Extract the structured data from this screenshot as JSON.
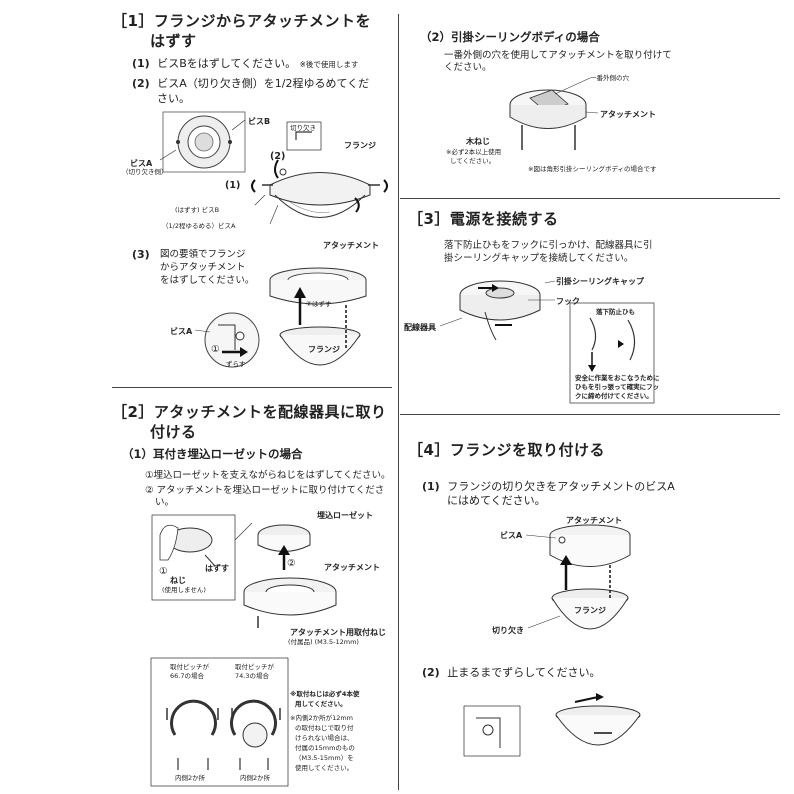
{
  "s1": {
    "heading_l1": "［1］フランジからアタッチメントを",
    "heading_l2": "はずす",
    "step1_num": "(1)",
    "step1_text": "ビスBをはずしてください。",
    "step1_note": "※後で使用します",
    "step2_num": "(2)",
    "step2_text_l1": "ビスA（切り欠き側）を1/2程ゆるめてくだ",
    "step2_text_l2": "さい。",
    "label_bisB": "ビスB",
    "label_bisA": "ビスA",
    "label_bisA_sub": "（切り欠き側）",
    "label_kirikaki": "切り欠き",
    "label_flange": "フランジ",
    "mark1": "(1)",
    "mark2": "(2)",
    "label_hazusu_bisB": "(はずす) ビスB",
    "label_yurumeru_bisA": "（1/2程ゆるめる）ビスA",
    "step3_num": "(3)",
    "step3_l1": "図の要領でフランジ",
    "step3_l2": "からアタッチメント",
    "step3_l3": "をはずしてください。",
    "label_attachment": "アタッチメント",
    "label_hazusu": "②はずす",
    "label_bisA2": "ビスA",
    "label_zurasu": "ずらす",
    "label_flange2": "フランジ",
    "circ1": "①"
  },
  "s2": {
    "heading_l1": "［2］アタッチメントを配線器具に取り",
    "heading_l2": "付ける",
    "sub1": "（1）耳付き埋込ローゼットの場合",
    "note1": "①埋込ローゼットを支えながらねじをはずしてください。",
    "note2_l1": "② アタッチメントを埋込ローゼットに取り付けてくださ",
    "note2_l2": "い。",
    "label_rosette": "埋込ローゼット",
    "label_hazusu": "はずす",
    "label_neji": "ねじ",
    "label_neji_sub": "(使用しません)",
    "label_attachment": "アタッチメント",
    "label_toritsuke": "アタッチメント用取付ねじ",
    "label_toritsuke_sub": "(付属品) (M3.5-12mm)",
    "pitch1_l1": "取付ピッチが",
    "pitch1_l2": "66.7の場合",
    "pitch2_l1": "取付ピッチが",
    "pitch2_l2": "74.3の場合",
    "inner1": "内側2か所",
    "inner2": "内側2か所",
    "side_note_l1": "※取付ねじは必ず4本使",
    "side_note_l2": "用してください。",
    "side_note_l3": "※内側2か所が12mm",
    "side_note_l4": "の取付ねじで取り付",
    "side_note_l5": "けられない場合は、",
    "side_note_l6": "付属の15mmのもの",
    "side_note_l7": "（M3.5-15mm）を",
    "side_note_l8": "使用してください。",
    "circ1": "①",
    "circ2": "②"
  },
  "r2": {
    "sub": "（2）引掛シーリングボディの場合",
    "text_l1": "一番外側の穴を使用してアタッチメントを取り付けて",
    "text_l2": "ください。",
    "label_hole": "一番外側の穴",
    "label_attachment": "アタッチメント",
    "label_mokuneji": "木ねじ",
    "note_l1": "※必ず2本以上使用",
    "note_l2": "してください。",
    "note_right": "※図は角形引掛シーリングボディの場合です"
  },
  "s3": {
    "heading": "［3］電源を接続する",
    "text_l1": "落下防止ひもをフックに引っかけ、配線器具に引",
    "text_l2": "掛シーリングキャップを接続してください。",
    "label_cap": "引掛シーリングキャップ",
    "label_hook": "フック",
    "label_kigu": "配線器具",
    "label_himo": "落下防止ひも",
    "caution_l1": "安全に作業をおこなうために",
    "caution_l2": "ひもを引っ張って確実にフッ",
    "caution_l3": "クに締め付けてください。"
  },
  "s4": {
    "heading": "［4］フランジを取り付ける",
    "step1_num": "(1)",
    "step1_l1": "フランジの切り欠きをアタッチメントのビスA",
    "step1_l2": "にはめてください。",
    "label_attachment": "アタッチメント",
    "label_bisA": "ビスA",
    "label_flange": "フランジ",
    "label_kirikaki": "切り欠き",
    "step2_num": "(2)",
    "step2_text": "止まるまでずらしてください。"
  }
}
